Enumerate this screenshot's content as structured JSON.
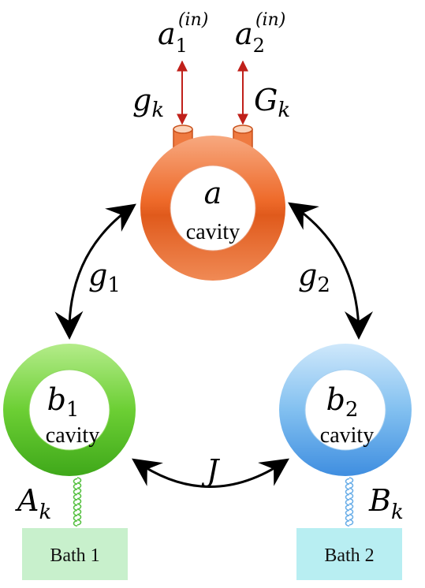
{
  "inputs": {
    "a1_in": {
      "base": "a",
      "sub": "1",
      "sup": "(in)"
    },
    "a2_in": {
      "base": "a",
      "sub": "2",
      "sup": "(in)"
    },
    "coupling_left": {
      "base": "g",
      "sub": "k"
    },
    "coupling_right": {
      "base": "G",
      "sub": "k"
    }
  },
  "cavities": {
    "a": {
      "symbol": "a",
      "sub": "",
      "label": "cavity",
      "color": "#ee6a2a"
    },
    "b1": {
      "symbol": "b",
      "sub": "1",
      "label": "cavity",
      "color": "#5cc02a"
    },
    "b2": {
      "symbol": "b",
      "sub": "2",
      "label": "cavity",
      "color": "#5aa8e8"
    }
  },
  "couplings": {
    "g1": {
      "base": "g",
      "sub": "1"
    },
    "g2": {
      "base": "g",
      "sub": "2"
    },
    "J": {
      "base": "J",
      "sub": ""
    }
  },
  "baths": {
    "bath1": {
      "label": "Bath 1",
      "coupling_base": "A",
      "coupling_sub": "k",
      "color": "#c8f0cc"
    },
    "bath2": {
      "label": "Bath 2",
      "coupling_base": "B",
      "coupling_sub": "k",
      "color": "#b8eef2"
    }
  },
  "colors": {
    "input_arrow": "#c0201a",
    "coupling_arrow": "#000000",
    "spring_left": "#55c040",
    "spring_right": "#6aaee8"
  }
}
